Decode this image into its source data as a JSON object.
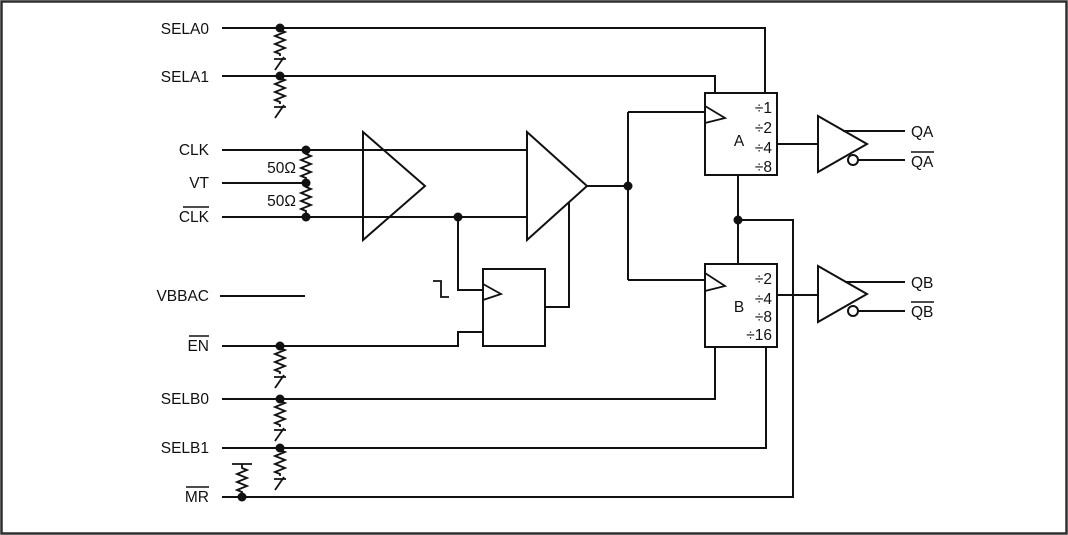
{
  "pins": {
    "sela0": "SELA0",
    "sela1": "SELA1",
    "clk": "CLK",
    "vt": "VT",
    "clk_n": "CLK",
    "vbbac": "VBBAC",
    "en_n": "EN",
    "selb0": "SELB0",
    "selb1": "SELB1",
    "mr_n": "MR"
  },
  "pins_active_low": [
    "CLK",
    "EN",
    "MR",
    "QA",
    "QB"
  ],
  "outputs": {
    "qa": "QA",
    "qa_n": "QA",
    "qb": "QB",
    "qb_n": "QB"
  },
  "resistors": {
    "clk_vt": "50Ω",
    "vt_clk_n": "50Ω"
  },
  "divider_a": {
    "label": "A",
    "ratios": [
      "÷1",
      "÷2",
      "÷4",
      "÷8"
    ]
  },
  "divider_b": {
    "label": "B",
    "ratios": [
      "÷2",
      "÷4",
      "÷8",
      "÷16"
    ]
  },
  "colors": {
    "line": "#111111",
    "background": "#ffffff",
    "border": "#2e2e2e"
  }
}
